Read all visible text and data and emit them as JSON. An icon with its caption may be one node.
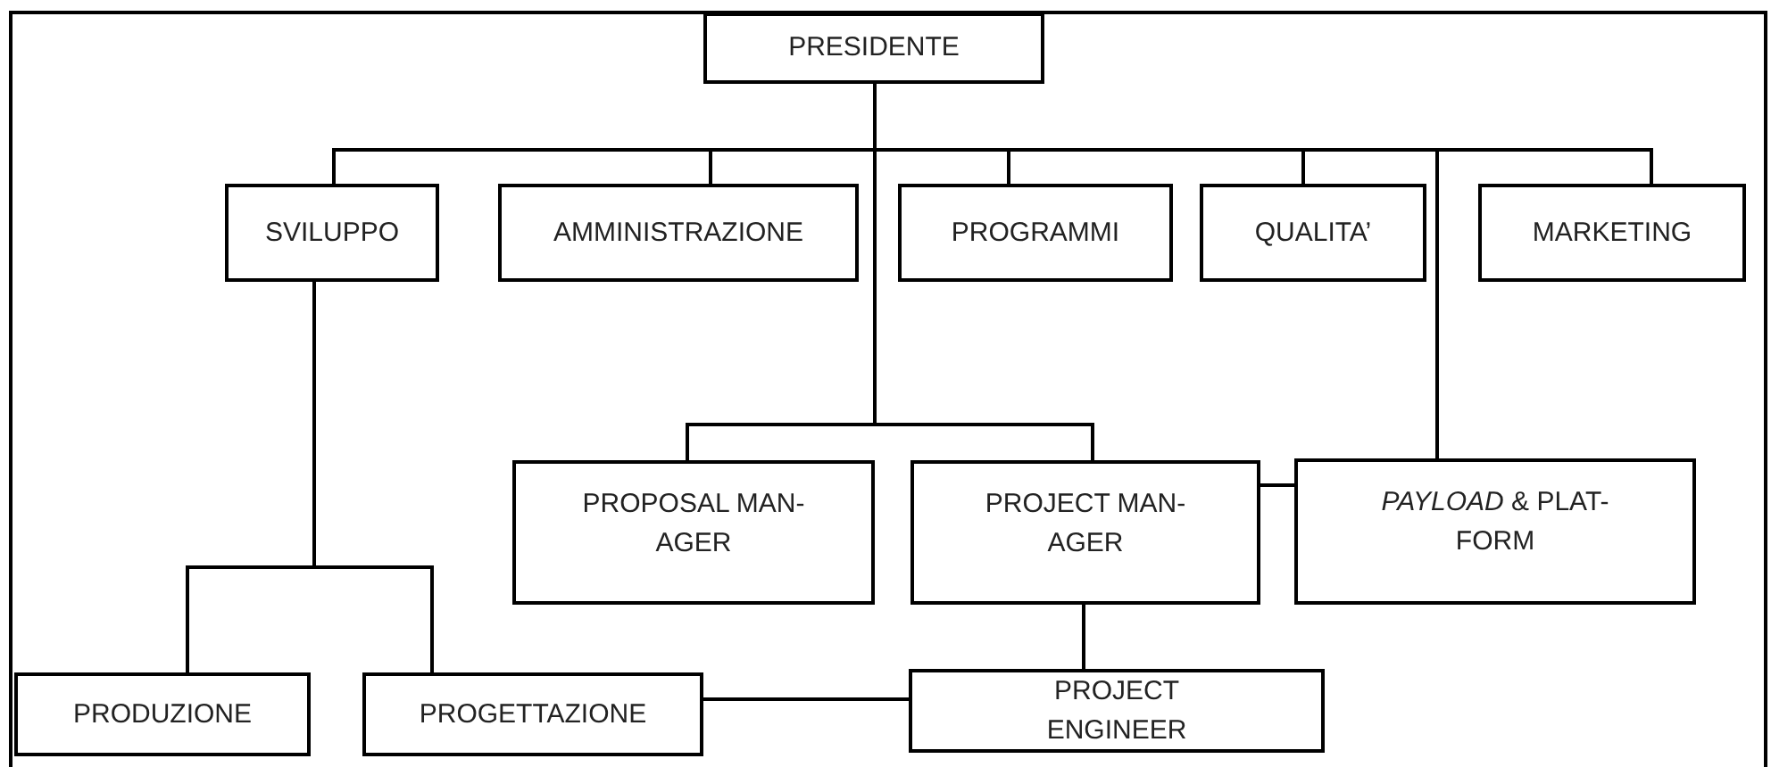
{
  "diagram": {
    "nodes": [
      {
        "text": [
          "PRESIDENTE"
        ]
      },
      {
        "text": [
          "SVILUPPO"
        ]
      },
      {
        "text": [
          "AMMINISTRAZIONE"
        ]
      },
      {
        "text": [
          "PROGRAMMI"
        ]
      },
      {
        "text": [
          "QUALITA’"
        ]
      },
      {
        "text": [
          "MARKETING"
        ]
      },
      {
        "text": [
          "PROPOSAL MAN- AGER"
        ]
      },
      {
        "text": [
          "PROJECT MAN- AGER"
        ]
      },
      {
        "text": [
          "*PAYLOAD* & PLAT- FORM"
        ]
      },
      {
        "text": [
          "PRODUZIONE"
        ]
      },
      {
        "text": [
          "PROGETTAZIONE"
        ]
      },
      {
        "text": [
          "PROJECT ENGINEER"
        ]
      }
    ],
    "edges": [
      {
        "from": 0,
        "to": 1,
        "arrow": "none"
      },
      {
        "from": 0,
        "to": 2,
        "arrow": "none"
      },
      {
        "from": 0,
        "to": 3,
        "arrow": "none"
      },
      {
        "from": 0,
        "to": 4,
        "arrow": "none"
      },
      {
        "from": 0,
        "to": 5,
        "arrow": "none"
      },
      {
        "from": 0,
        "to": 6,
        "arrow": "none"
      },
      {
        "from": 0,
        "to": 7,
        "arrow": "none"
      },
      {
        "from": 0,
        "to": 8,
        "arrow": "none"
      },
      {
        "from": 7,
        "to": 8,
        "arrow": "none"
      },
      {
        "from": 1,
        "to": 9,
        "arrow": "none"
      },
      {
        "from": 1,
        "to": 10,
        "arrow": "none"
      },
      {
        "from": 10,
        "to": 11,
        "arrow": "none"
      },
      {
        "from": 7,
        "to": 11,
        "arrow": "none"
      }
    ]
  }
}
